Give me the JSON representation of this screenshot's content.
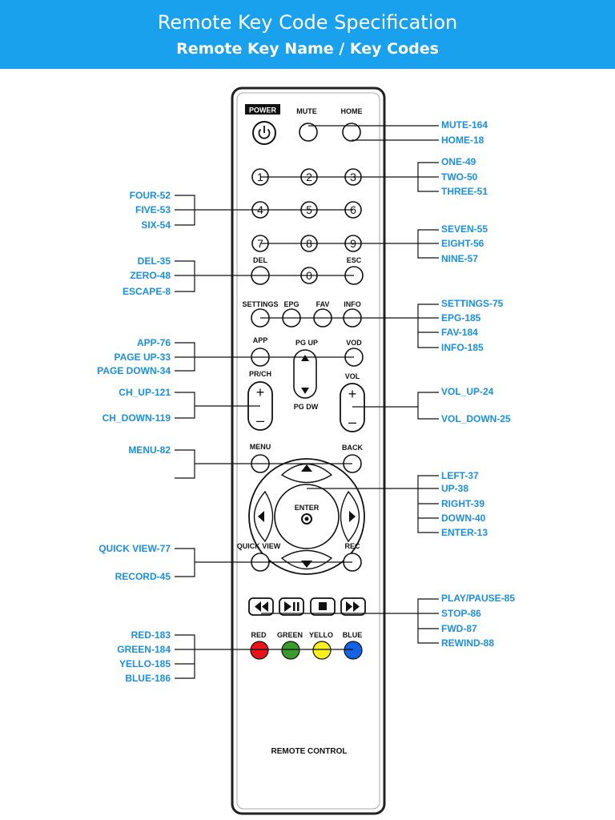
{
  "header": {
    "title": "Remote Key Code Specification",
    "subtitle": "Remote Key Name / Key Codes"
  },
  "remote": {
    "buttons": {
      "power": "POWER",
      "mute": "MUTE",
      "home": "HOME",
      "d1": "1",
      "d2": "2",
      "d3": "3",
      "d4": "4",
      "d5": "5",
      "d6": "6",
      "d7": "7",
      "d8": "8",
      "d9": "9",
      "d0": "0",
      "del": "DEL",
      "esc": "ESC",
      "settings": "SETTINGS",
      "epg": "EPG",
      "fav": "FAV",
      "info": "INFO",
      "app": "APP",
      "pgup": "PG UP",
      "vod": "VOD",
      "pgdw": "PG DW",
      "prch": "PR/CH",
      "vol": "VOL",
      "plus": "+",
      "minus": "–",
      "menu": "MENU",
      "back": "BACK",
      "enter": "ENTER",
      "quickview": "QUICK VIEW",
      "rec": "REC",
      "red": "RED",
      "green": "GREEN",
      "yellow": "YELLO",
      "blue": "BLUE"
    },
    "brand": "REMOTE  CONTROL",
    "colors": {
      "red": "#e8141b",
      "green": "#3a9a2a",
      "yellow": "#f7ef1e",
      "blue": "#1463e6"
    }
  },
  "codes": {
    "mute": "MUTE-164",
    "home": "HOME-18",
    "one": "ONE-49",
    "two": "TWO-50",
    "three": "THREE-51",
    "four": "FOUR-52",
    "five": "FIVE-53",
    "six": "SIX-54",
    "seven": "SEVEN-55",
    "eight": "EIGHT-56",
    "nine": "NINE-57",
    "del": "DEL-35",
    "zero": "ZERO-48",
    "escape": "ESCAPE-8",
    "settings": "SETTINGS-75",
    "epg": "EPG-185",
    "fav": "FAV-184",
    "info": "INFO-185",
    "app": "APP-76",
    "pageup": "PAGE UP-33",
    "pagedown": "PAGE DOWN-34",
    "chup": "CH_UP-121",
    "chdown": "CH_DOWN-119",
    "volup": "VOL_UP-24",
    "voldown": "VOL_DOWN-25",
    "menu": "MENU-82",
    "left": "LEFT-37",
    "up": "UP-38",
    "right": "RIGHT-39",
    "down": "DOWN-40",
    "enter": "ENTER-13",
    "quickview": "QUICK VIEW-77",
    "record": "RECORD-45",
    "playpause": "PLAY/PAUSE-85",
    "stop": "STOP-86",
    "fwd": "FWD-87",
    "rewind": "REWIND-88",
    "red": "RED-183",
    "green": "GREEN-184",
    "yello": "YELLO-185",
    "blue": "BLUE-186"
  },
  "label_color": "#1a8fe0"
}
